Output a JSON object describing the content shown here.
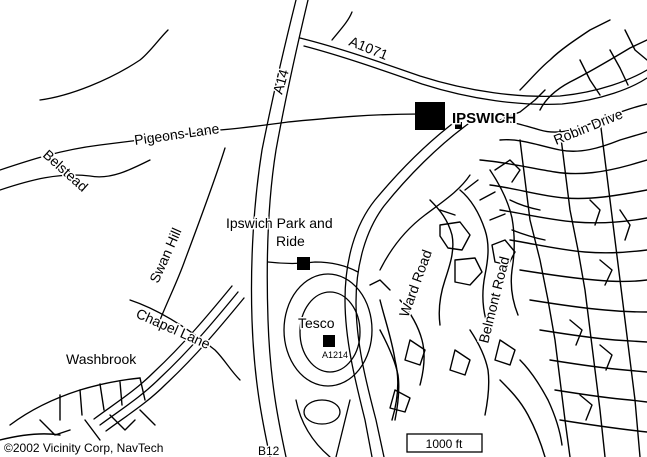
{
  "map": {
    "places": {
      "city": "IPSWICH",
      "park_and_ride_line1": "Ipswich Park and",
      "park_and_ride_line2": "Ride",
      "tesco": "Tesco",
      "washbrook": "Washbrook"
    },
    "roads": {
      "a1071": "A1071",
      "a14": "A14",
      "pigeons_lane": "Pigeons Lane",
      "belstead_road": "Belstead",
      "swan_hill": "Swan Hill",
      "chapel_lane": "Chapel Lane",
      "robin_drive": "Robin Drive",
      "ward_road": "Ward Road",
      "belmont_road": "Belmont Road",
      "a1214": "A1214",
      "bottom_road": "B12"
    },
    "scale_bar": "1000 ft",
    "copyright": "©2002 Vicinity Corp, NavTech"
  }
}
